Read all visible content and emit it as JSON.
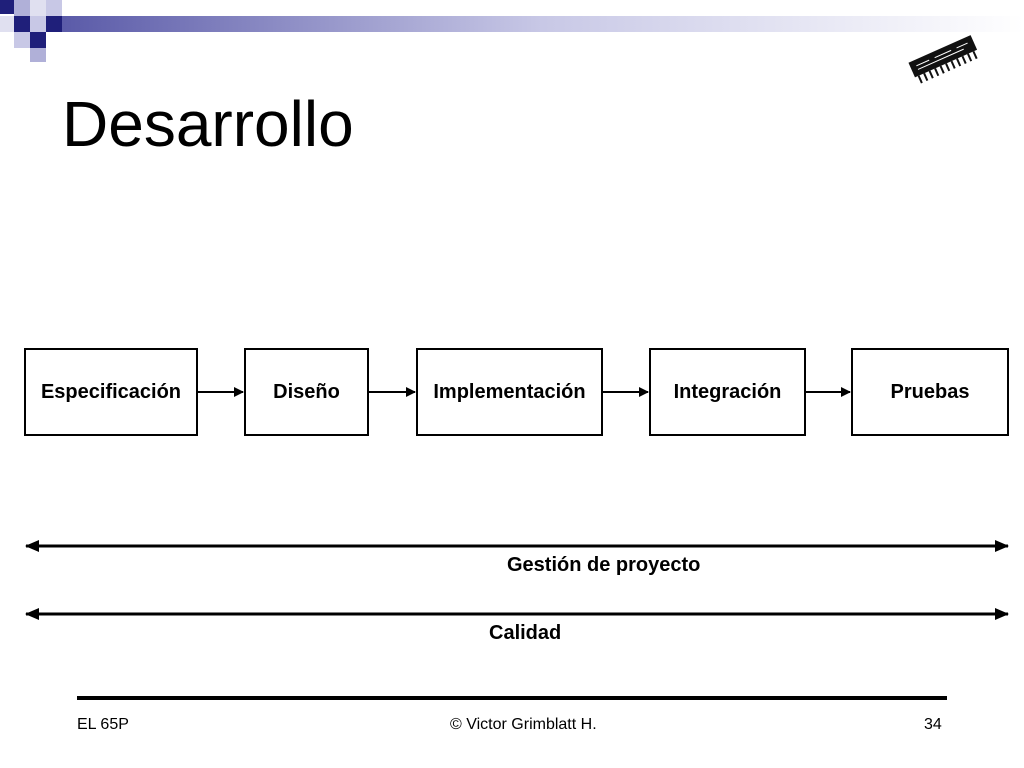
{
  "slide": {
    "title": "Desarrollo"
  },
  "diagram": {
    "steps": [
      {
        "label": "Especificación"
      },
      {
        "label": "Diseño"
      },
      {
        "label": "Implementación"
      },
      {
        "label": "Integración"
      },
      {
        "label": "Pruebas"
      }
    ],
    "bands": [
      {
        "label": "Gestión de proyecto"
      },
      {
        "label": "Calidad"
      }
    ]
  },
  "footer": {
    "left": "EL 65P",
    "center": "© Victor Grimblatt H.",
    "page": "34"
  },
  "colors": {
    "accent_dark": "#1f1f7a",
    "accent_light": "#c8c8e6"
  },
  "icons": [
    "chip-icon"
  ]
}
